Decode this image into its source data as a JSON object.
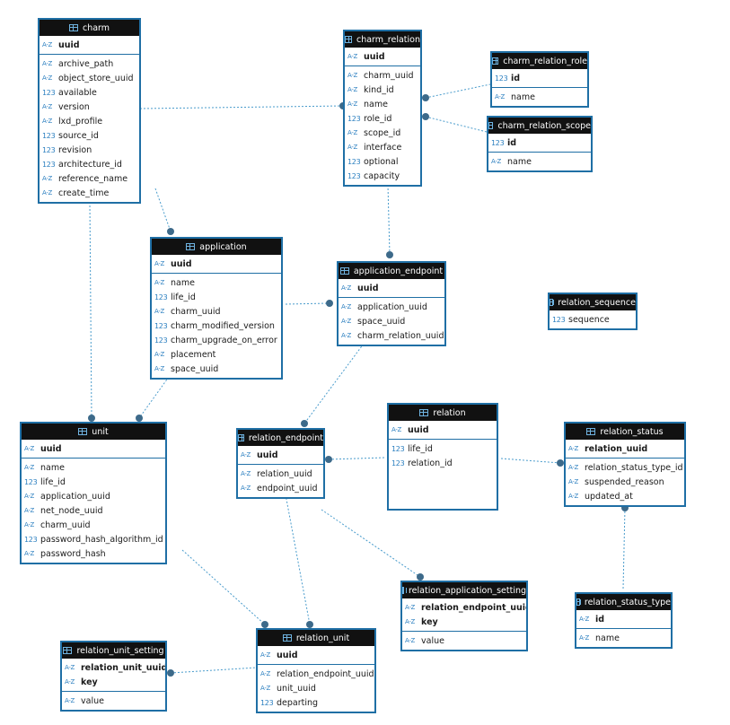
{
  "tables": [
    {
      "key": "charm",
      "title": "charm",
      "pk": [
        {
          "name": "uuid",
          "type": "str"
        }
      ],
      "columns": [
        {
          "name": "archive_path",
          "type": "str"
        },
        {
          "name": "object_store_uuid",
          "type": "str"
        },
        {
          "name": "available",
          "type": "num"
        },
        {
          "name": "version",
          "type": "str"
        },
        {
          "name": "lxd_profile",
          "type": "str"
        },
        {
          "name": "source_id",
          "type": "num"
        },
        {
          "name": "revision",
          "type": "num"
        },
        {
          "name": "architecture_id",
          "type": "num"
        },
        {
          "name": "reference_name",
          "type": "str"
        },
        {
          "name": "create_time",
          "type": "str"
        }
      ]
    },
    {
      "key": "charm_relation",
      "title": "charm_relation",
      "pk": [
        {
          "name": "uuid",
          "type": "str"
        }
      ],
      "columns": [
        {
          "name": "charm_uuid",
          "type": "str"
        },
        {
          "name": "kind_id",
          "type": "str"
        },
        {
          "name": "name",
          "type": "str"
        },
        {
          "name": "role_id",
          "type": "num"
        },
        {
          "name": "scope_id",
          "type": "str"
        },
        {
          "name": "interface",
          "type": "str"
        },
        {
          "name": "optional",
          "type": "num"
        },
        {
          "name": "capacity",
          "type": "num"
        }
      ]
    },
    {
      "key": "charm_relation_role",
      "title": "charm_relation_role",
      "pk": [
        {
          "name": "id",
          "type": "num"
        }
      ],
      "columns": [
        {
          "name": "name",
          "type": "str"
        }
      ]
    },
    {
      "key": "charm_relation_scope",
      "title": "charm_relation_scope",
      "pk": [
        {
          "name": "id",
          "type": "num"
        }
      ],
      "columns": [
        {
          "name": "name",
          "type": "str"
        }
      ]
    },
    {
      "key": "application",
      "title": "application",
      "pk": [
        {
          "name": "uuid",
          "type": "str"
        }
      ],
      "columns": [
        {
          "name": "name",
          "type": "str"
        },
        {
          "name": "life_id",
          "type": "num"
        },
        {
          "name": "charm_uuid",
          "type": "str"
        },
        {
          "name": "charm_modified_version",
          "type": "num"
        },
        {
          "name": "charm_upgrade_on_error",
          "type": "num"
        },
        {
          "name": "placement",
          "type": "str"
        },
        {
          "name": "space_uuid",
          "type": "str"
        }
      ]
    },
    {
      "key": "application_endpoint",
      "title": "application_endpoint",
      "pk": [
        {
          "name": "uuid",
          "type": "str"
        }
      ],
      "columns": [
        {
          "name": "application_uuid",
          "type": "str"
        },
        {
          "name": "space_uuid",
          "type": "str"
        },
        {
          "name": "charm_relation_uuid",
          "type": "str"
        }
      ]
    },
    {
      "key": "relation_sequence",
      "title": "relation_sequence",
      "pk": [],
      "columns": [
        {
          "name": "sequence",
          "type": "num"
        }
      ]
    },
    {
      "key": "unit",
      "title": "unit",
      "pk": [
        {
          "name": "uuid",
          "type": "str"
        }
      ],
      "columns": [
        {
          "name": "name",
          "type": "str"
        },
        {
          "name": "life_id",
          "type": "num"
        },
        {
          "name": "application_uuid",
          "type": "str"
        },
        {
          "name": "net_node_uuid",
          "type": "str"
        },
        {
          "name": "charm_uuid",
          "type": "str"
        },
        {
          "name": "password_hash_algorithm_id",
          "type": "num"
        },
        {
          "name": "password_hash",
          "type": "str"
        }
      ]
    },
    {
      "key": "relation_endpoint",
      "title": "relation_endpoint",
      "pk": [
        {
          "name": "uuid",
          "type": "str"
        }
      ],
      "columns": [
        {
          "name": "relation_uuid",
          "type": "str"
        },
        {
          "name": "endpoint_uuid",
          "type": "str"
        }
      ]
    },
    {
      "key": "relation",
      "title": "relation",
      "pk": [
        {
          "name": "uuid",
          "type": "str"
        }
      ],
      "columns": [
        {
          "name": "life_id",
          "type": "num"
        },
        {
          "name": "relation_id",
          "type": "num"
        }
      ]
    },
    {
      "key": "relation_status",
      "title": "relation_status",
      "pk": [
        {
          "name": "relation_uuid",
          "type": "str"
        }
      ],
      "columns": [
        {
          "name": "relation_status_type_id",
          "type": "str"
        },
        {
          "name": "suspended_reason",
          "type": "str"
        },
        {
          "name": "updated_at",
          "type": "str"
        }
      ]
    },
    {
      "key": "relation_application_setting",
      "title": "relation_application_setting",
      "pk": [
        {
          "name": "relation_endpoint_uuid",
          "type": "str"
        },
        {
          "name": "key",
          "type": "str"
        }
      ],
      "columns": [
        {
          "name": "value",
          "type": "str"
        }
      ]
    },
    {
      "key": "relation_status_type",
      "title": "relation_status_type",
      "pk": [
        {
          "name": "id",
          "type": "str"
        }
      ],
      "columns": [
        {
          "name": "name",
          "type": "str"
        }
      ]
    },
    {
      "key": "relation_unit_setting",
      "title": "relation_unit_setting",
      "pk": [
        {
          "name": "relation_unit_uuid",
          "type": "str"
        },
        {
          "name": "key",
          "type": "str"
        }
      ],
      "columns": [
        {
          "name": "value",
          "type": "str"
        }
      ]
    },
    {
      "key": "relation_unit",
      "title": "relation_unit",
      "pk": [
        {
          "name": "uuid",
          "type": "str"
        }
      ],
      "columns": [
        {
          "name": "relation_endpoint_uuid",
          "type": "str"
        },
        {
          "name": "unit_uuid",
          "type": "str"
        },
        {
          "name": "departing",
          "type": "num"
        }
      ]
    }
  ],
  "relationships": [
    {
      "from": "charm_relation.charm_uuid",
      "to": "charm.uuid"
    },
    {
      "from": "charm_relation.role_id",
      "to": "charm_relation_role.id"
    },
    {
      "from": "charm_relation.scope_id",
      "to": "charm_relation_scope.id"
    },
    {
      "from": "application.charm_uuid",
      "to": "charm.uuid"
    },
    {
      "from": "application_endpoint.charm_relation_uuid",
      "to": "charm_relation.uuid"
    },
    {
      "from": "application_endpoint.application_uuid",
      "to": "application.uuid"
    },
    {
      "from": "unit.charm_uuid",
      "to": "charm.uuid"
    },
    {
      "from": "unit.application_uuid",
      "to": "application.uuid"
    },
    {
      "from": "relation_endpoint.endpoint_uuid",
      "to": "application_endpoint.uuid"
    },
    {
      "from": "relation_endpoint.relation_uuid",
      "to": "relation.uuid"
    },
    {
      "from": "relation_status.relation_uuid",
      "to": "relation.uuid"
    },
    {
      "from": "relation_status.relation_status_type_id",
      "to": "relation_status_type.id"
    },
    {
      "from": "relation_application_setting.relation_endpoint_uuid",
      "to": "relation_endpoint.uuid"
    },
    {
      "from": "relation_unit.relation_endpoint_uuid",
      "to": "relation_endpoint.uuid"
    },
    {
      "from": "relation_unit.unit_uuid",
      "to": "unit.uuid"
    },
    {
      "from": "relation_unit_setting.relation_unit_uuid",
      "to": "relation_unit.uuid"
    }
  ],
  "icons": {
    "str": "A-Z",
    "num": "123"
  },
  "colors": {
    "border": "#1f6fa5",
    "header_bg": "#111111",
    "line": "#4a9ccc",
    "marker": "#3d6a8a"
  }
}
